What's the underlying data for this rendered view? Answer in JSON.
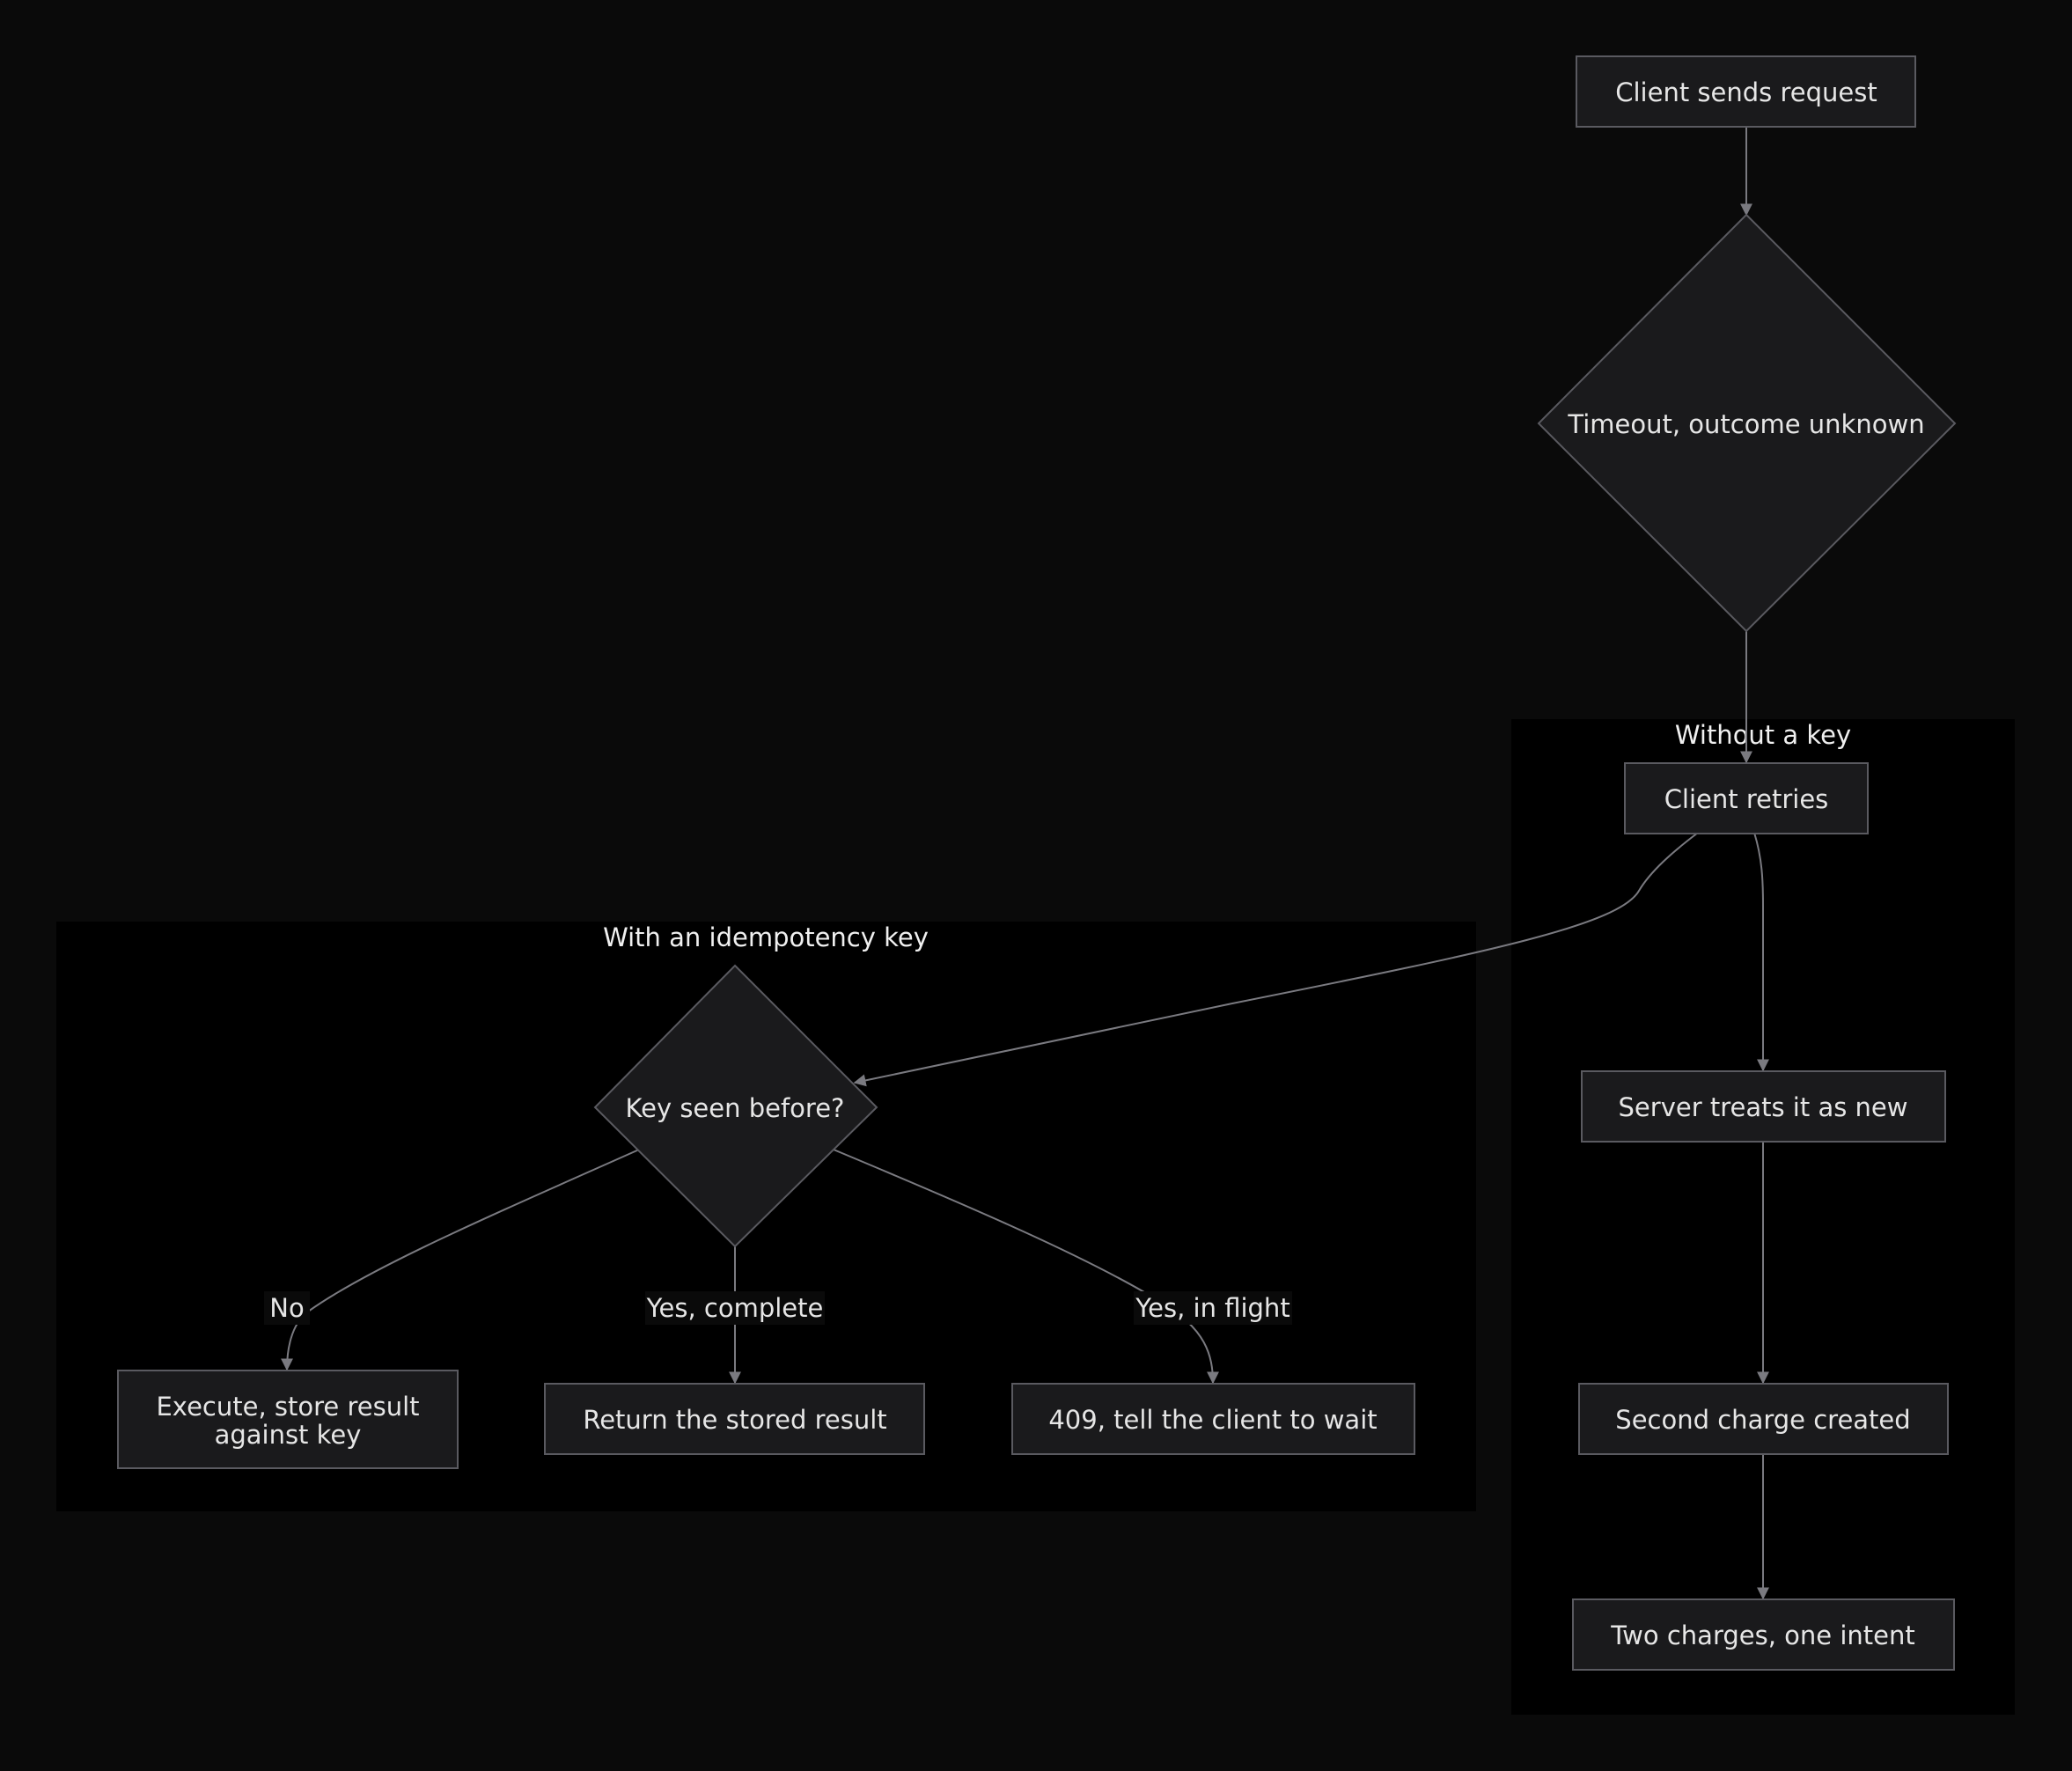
{
  "nodes": {
    "client_sends": "Client sends request",
    "timeout": "Timeout, outcome unknown",
    "client_retries": "Client retries",
    "server_new": "Server treats it as new",
    "second_charge": "Second charge created",
    "two_charges": "Two charges, one intent",
    "key_seen": "Key seen before?",
    "execute_line1": "Execute, store result",
    "execute_line2": "against key",
    "return_stored": "Return the stored result",
    "conflict_409": "409, tell the client to wait"
  },
  "clusters": {
    "without_key": "Without a key",
    "with_key": "With an idempotency key"
  },
  "edge_labels": {
    "no": "No",
    "yes_complete": "Yes, complete",
    "yes_in_flight": "Yes, in flight"
  }
}
